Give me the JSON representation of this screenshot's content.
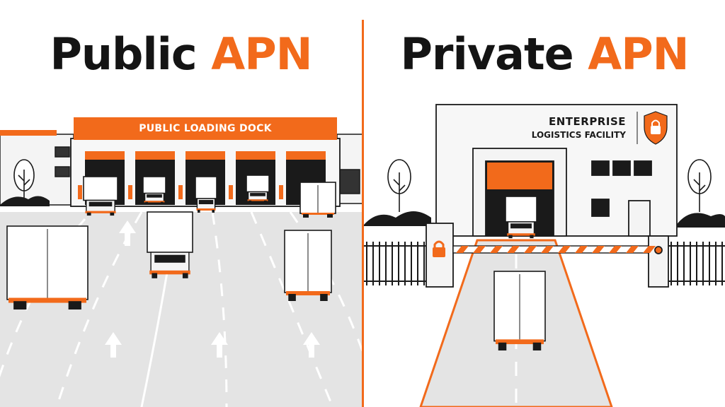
{
  "public": {
    "title_main": "Public",
    "title_accent": "APN",
    "dock_sign": "PUBLIC LOADING DOCK"
  },
  "private": {
    "title_main": "Private",
    "title_accent": "APN",
    "facility_line1": "ENTERPRISE",
    "facility_line2": "LOGISTICS FACILITY"
  },
  "colors": {
    "accent": "#f26a1b",
    "ink": "#141414",
    "road": "#e4e4e4"
  },
  "icons": [
    "shield-lock-icon",
    "padlock-icon",
    "tree-icon",
    "truck-icon",
    "arrow-up-icon"
  ]
}
